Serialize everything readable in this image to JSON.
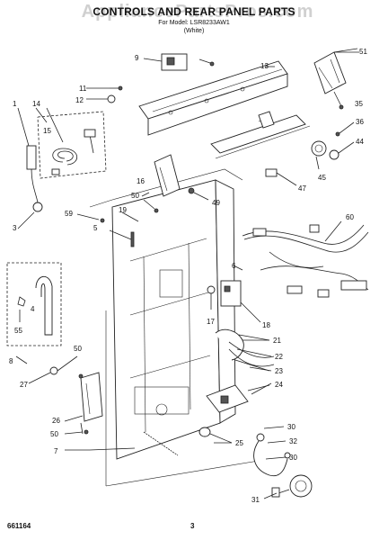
{
  "header": {
    "title": "CONTROLS AND REAR PANEL PARTS",
    "model_line": "For Model: LSR8233AW1",
    "color_line": "(White)"
  },
  "watermark": "AppliancePartsPros.com",
  "footer": {
    "left_code": "661164",
    "page_number": "3"
  },
  "callouts": {
    "c1": "1",
    "c3": "3",
    "c4": "4",
    "c5": "5",
    "c6": "6",
    "c7": "7",
    "c8": "8",
    "c9": "9",
    "c11": "11",
    "c12": "12",
    "c13": "13",
    "c14": "14",
    "c15": "15",
    "c16": "16",
    "c17": "17",
    "c18": "18",
    "c19": "19",
    "c21": "21",
    "c22": "22",
    "c23": "23",
    "c24": "24",
    "c25": "25",
    "c26": "26",
    "c27": "27",
    "c30a": "30",
    "c30b": "30",
    "c31": "31",
    "c32": "32",
    "c35": "35",
    "c36": "36",
    "c44": "44",
    "c45": "45",
    "c47": "47",
    "c49": "49",
    "c50a": "50",
    "c50b": "50",
    "c50c": "50",
    "c51": "51",
    "c55": "55",
    "c59": "59",
    "c60": "60"
  }
}
